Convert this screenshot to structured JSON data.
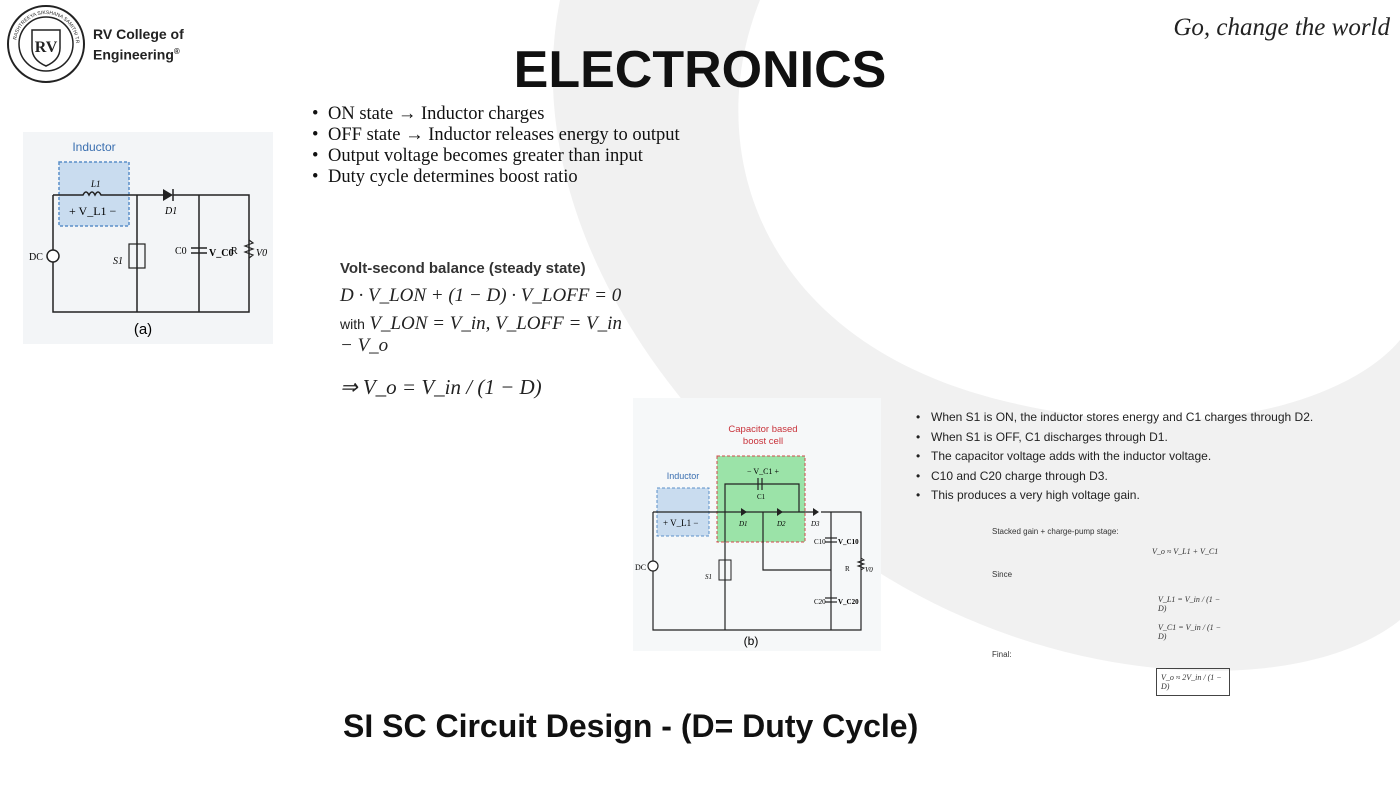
{
  "header": {
    "college_line1": "RV College of",
    "college_line2": "Engineering",
    "registered_mark": "®",
    "slogan": "Go, change the world",
    "logo_letters": "RV",
    "logo_ring_text": "RASHTREEYA SIKSHANA SAMITHI TRUST"
  },
  "slide": {
    "title": "ELECTRONICS",
    "subtitle": "SI SC Circuit Design - (D= Duty Cycle)"
  },
  "figure_a": {
    "inductor_label": "Inductor",
    "L": "L1",
    "VL1": "+ V_L1 −",
    "D1": "D1",
    "DC": "DC",
    "S1": "S1",
    "C0": "C0",
    "VC0": "V_C0",
    "R": "R",
    "V0": "V0",
    "caption": "(a)"
  },
  "bullets_top": [
    "ON state → Inductor charges",
    "OFF state → Inductor releases energy to output",
    "Output voltage becomes greater than input",
    "Duty cycle determines boost ratio"
  ],
  "volt_second": {
    "heading": "Volt-second balance (steady state)",
    "eq1": "D · V_LON + (1 − D) · V_LOFF = 0",
    "with": "with",
    "eq2": "V_LON = V_in,  V_LOFF = V_in − V_o",
    "result": "⇒  V_o = V_in / (1 − D)"
  },
  "figure_b": {
    "cell_label_1": "Capacitor based",
    "cell_label_2": "boost cell",
    "inductor_label": "Inductor",
    "VC1": "− V_C1 +",
    "C1": "C1",
    "D1": "D1",
    "D2": "D2",
    "D3": "D3",
    "C10": "C10",
    "VC10": "V_C10",
    "C20": "C20",
    "VC20": "V_C20",
    "DC": "DC",
    "S1": "S1",
    "R": "R",
    "V0": "V0",
    "caption": "(b)"
  },
  "bullets_bottom": [
    "When S1 is ON, the inductor stores energy and C1 charges through D2.",
    "When S1 is OFF, C1 discharges through D1.",
    "The capacitor voltage adds with the inductor voltage.",
    "C10 and C20 charge through D3.",
    "This produces a very high voltage gain."
  ],
  "stacked": {
    "heading": "Stacked gain + charge-pump stage:",
    "eq1": "V_o ≈ V_L1 + V_C1",
    "since": "Since",
    "eq2": "V_L1 = V_in / (1 − D)",
    "eq3": "V_C1 = V_in / (1 − D)",
    "final": "Final:",
    "eq4": "V_o ≈ 2V_in / (1 − D)"
  },
  "colors": {
    "inductor_box": "#c9dcef",
    "inductor_border": "#5b8fc9",
    "cell_fill": "#9be3a8",
    "cell_border": "#d04a4a",
    "cell_label": "#c8323a",
    "arc": "#f1f1f1"
  }
}
